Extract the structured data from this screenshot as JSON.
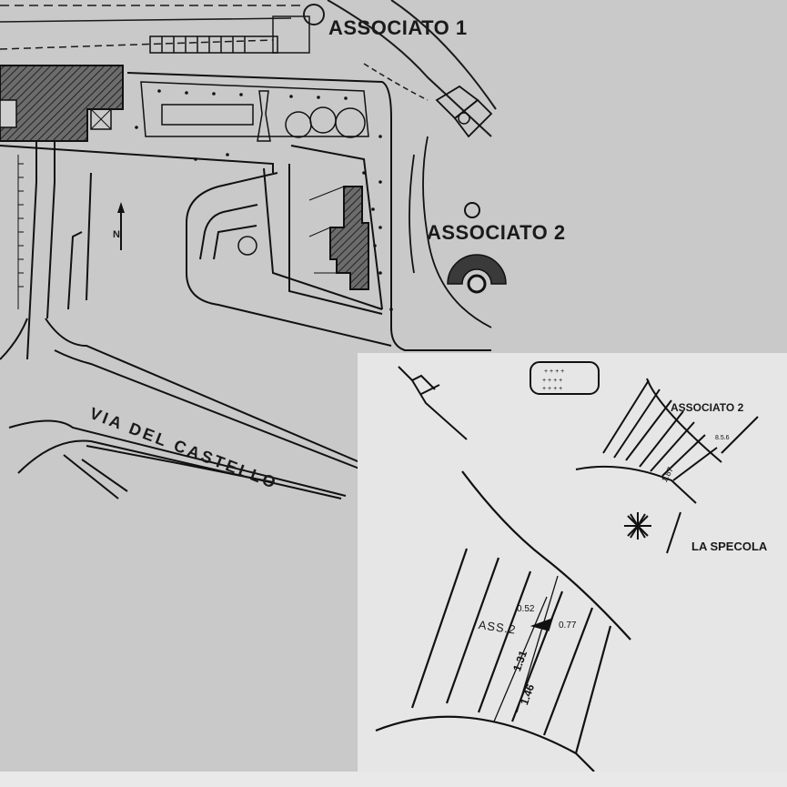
{
  "map": {
    "labels": {
      "associato_1": "ASSOCIATO 1",
      "associato_2": "ASSOCIATO 2",
      "street": "VIA DEL CASTELLO",
      "north": "N"
    },
    "inset": {
      "associato_2": "ASSOCIATO 2",
      "la_specola": "LA SPECOLA",
      "plot_label": "ASS.2",
      "dimensions": {
        "d1": "0.52",
        "d2": "0.77",
        "d3": "1.31",
        "d4": "1.46",
        "d5": "1.87",
        "d6": "8.5.6"
      }
    },
    "colors": {
      "paper": "#c9c9c9",
      "ink": "#1a1a1a",
      "inset_paper": "#e6e6e6",
      "hatch_fill": "#6a6a6a"
    }
  }
}
